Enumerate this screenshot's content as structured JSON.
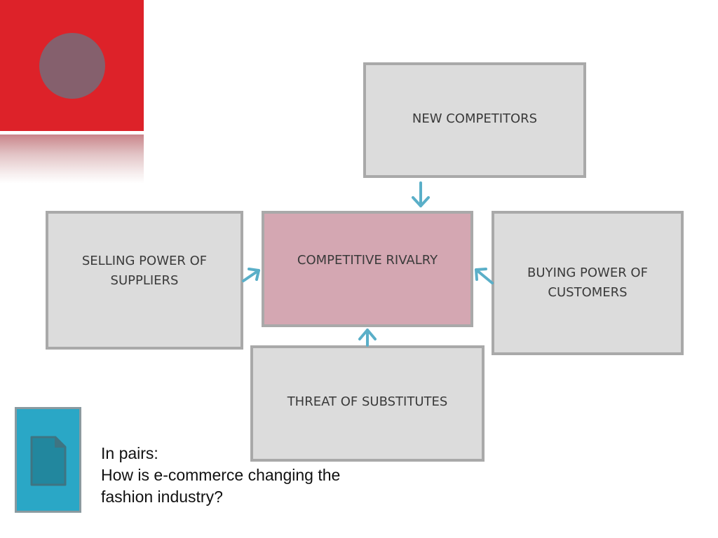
{
  "diagram": {
    "boxes": {
      "new_competitors": "NEW COMPETITORS",
      "competitive_rivalry": "COMPETITIVE RIVALRY",
      "suppliers": [
        "SELLING POWER OF",
        "SUPPLIERS"
      ],
      "customers": [
        "BUYING POWER OF",
        "CUSTOMERS"
      ],
      "substitutes": "THREAT OF SUBSTITUTES"
    },
    "colors": {
      "box_fill": "#dcdcdc",
      "center_fill": "#d4a7b2",
      "border": "#a9a9a9",
      "arrow": "#5aafc8",
      "accent_red": "#dd2229",
      "circle": "#85606d",
      "doc_tile": "#2aa7c6"
    },
    "icons": [
      "document-icon"
    ]
  },
  "caption": {
    "lines": [
      "In pairs:",
      "How is e-commerce changing the",
      "fashion industry?"
    ]
  }
}
